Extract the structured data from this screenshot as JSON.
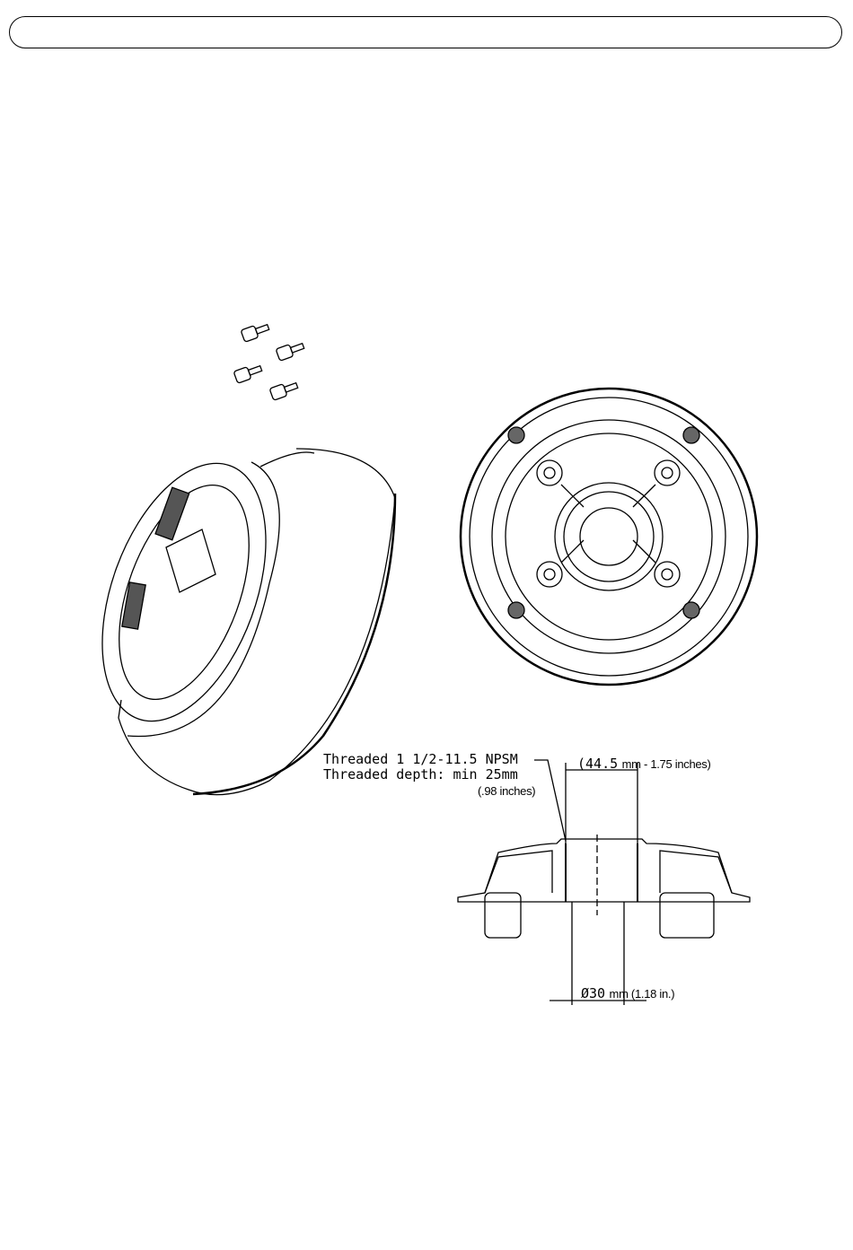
{
  "header": {
    "title": ""
  },
  "diagram": {
    "callouts": {
      "thread_spec": "Threaded 1 1/2-11.5 NPSM",
      "thread_depth": "Threaded depth: min 25mm",
      "thread_depth_inches": "(.98 inches)",
      "top_dimension_value": "(44.5",
      "top_dimension_unit": "mm - 1.75 inches)",
      "bottom_dimension_value": "Ø30",
      "bottom_dimension_unit": "mm (1.18 in.)"
    }
  }
}
